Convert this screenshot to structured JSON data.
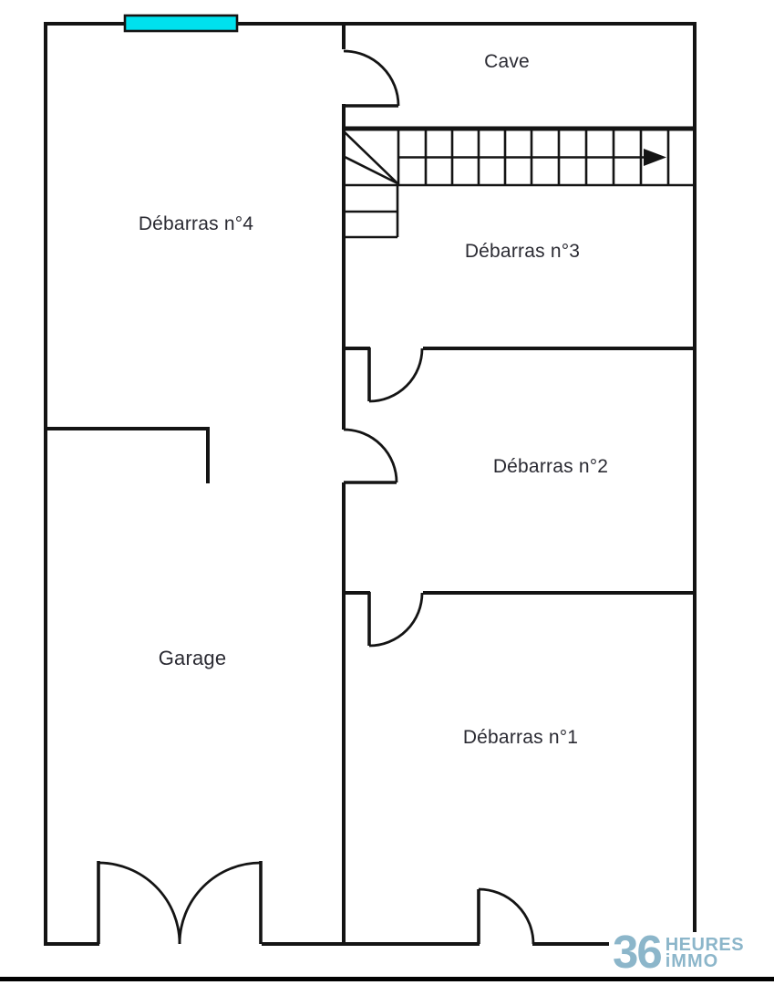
{
  "rooms": {
    "cave": {
      "label": "Cave"
    },
    "debarras4": {
      "label": "Débarras n°4"
    },
    "debarras3": {
      "label": "Débarras n°3"
    },
    "debarras2": {
      "label": "Débarras n°2"
    },
    "garage": {
      "label": "Garage"
    },
    "debarras1": {
      "label": "Débarras n°1"
    }
  },
  "branding": {
    "logo_number": "36",
    "logo_word_top": "HEURES",
    "logo_word_bottom": "iMMO"
  },
  "colors": {
    "wall": "#141414",
    "window_fill": "#00e1ee",
    "label_text": "#2b2b33",
    "logo": "#8cb6ca",
    "background": "#ffffff",
    "separator": "#000000"
  }
}
